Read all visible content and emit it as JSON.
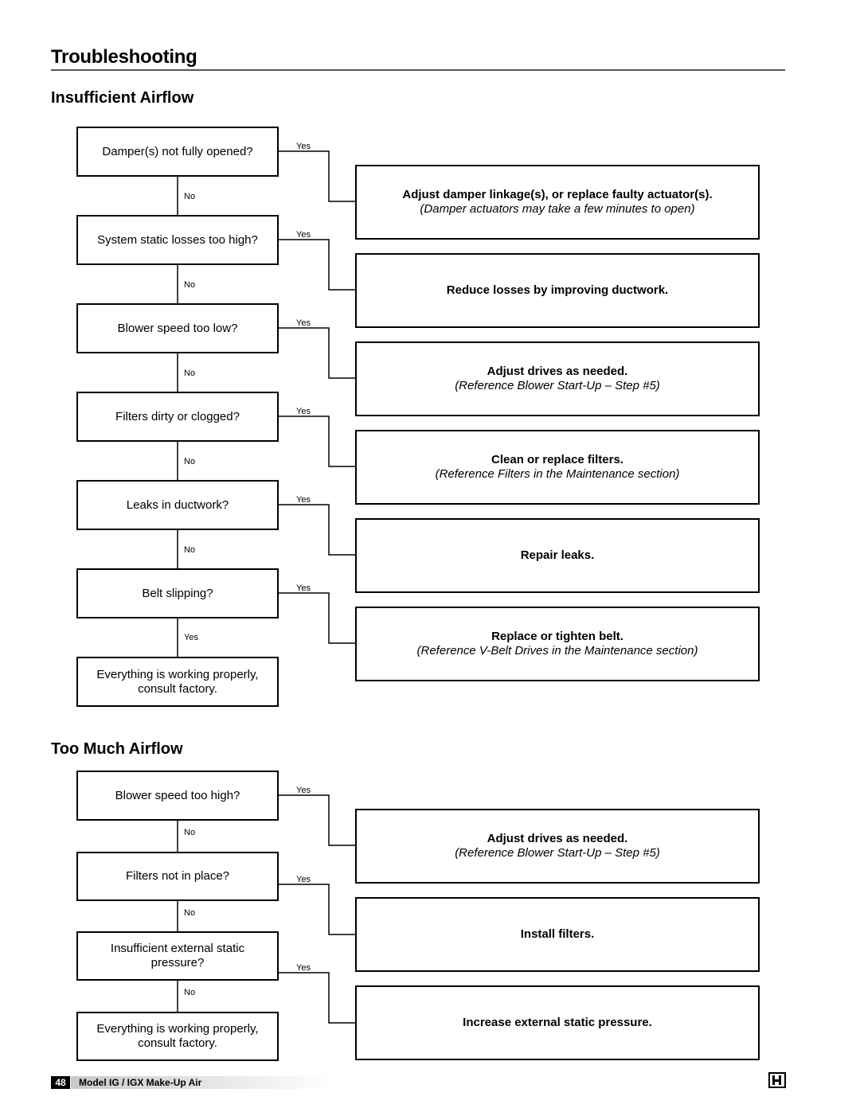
{
  "page_title": "Troubleshooting",
  "insufficient": {
    "title": "Insufficient Airflow",
    "questions": [
      "Damper(s) not fully opened?",
      "System static losses too high?",
      "Blower speed too low?",
      "Filters dirty or clogged?",
      "Leaks in ductwork?",
      "Belt slipping?"
    ],
    "end_line1": "Everything is working properly,",
    "end_line2": "consult factory.",
    "actions": [
      {
        "main": "Adjust damper linkage(s), or replace faulty actuator(s).",
        "ref": "(Damper actuators may take a few minutes to open)"
      },
      {
        "main": "Reduce losses by improving ductwork.",
        "ref": ""
      },
      {
        "main": "Adjust drives as needed.",
        "ref": "(Reference Blower Start-Up – Step #5)"
      },
      {
        "main": "Clean or replace filters.",
        "ref": "(Reference Filters in the Maintenance section)"
      },
      {
        "main": "Repair leaks.",
        "ref": ""
      },
      {
        "main": "Replace or tighten belt.",
        "ref": "(Reference V-Belt Drives in the Maintenance section)"
      }
    ],
    "down_labels": [
      "No",
      "No",
      "No",
      "No",
      "No",
      "Yes"
    ]
  },
  "too_much": {
    "title": "Too Much Airflow",
    "questions": [
      "Blower speed too high?",
      "Filters not in place?",
      "Insufficient external static pressure?"
    ],
    "end_line1": "Everything is working properly,",
    "end_line2": "consult factory.",
    "actions": [
      {
        "main": "Adjust drives as needed.",
        "ref": "(Reference Blower Start-Up – Step #5)"
      },
      {
        "main": "Install filters.",
        "ref": ""
      },
      {
        "main": "Increase external static pressure.",
        "ref": ""
      }
    ],
    "down_labels": [
      "No",
      "No",
      "No"
    ]
  },
  "yes_label": "Yes",
  "footer": {
    "page_number": "48",
    "model": "Model IG / IGX Make-Up Air"
  },
  "logo_icon": "greenheck-logo-icon"
}
